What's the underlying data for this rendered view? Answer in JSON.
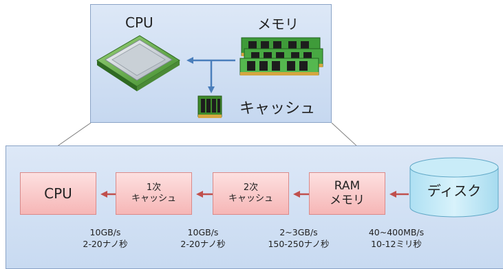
{
  "top": {
    "cpu_label": "CPU",
    "memory_label": "メモリ",
    "cache_label": "キャッシュ"
  },
  "hierarchy": [
    {
      "name_lines": [
        "CPU"
      ],
      "speed": "10GB/s",
      "latency": "2-20ナノ秒"
    },
    {
      "name_lines": [
        "1次",
        "キャッシュ"
      ],
      "speed": "10GB/s",
      "latency": "2-20ナノ秒"
    },
    {
      "name_lines": [
        "2次",
        "キャッシュ"
      ],
      "speed": "2~3GB/s",
      "latency": "150-250ナノ秒"
    },
    {
      "name_lines": [
        "RAM",
        "メモリ"
      ],
      "speed": "40~400MB/s",
      "latency": "10-12ミリ秒"
    }
  ],
  "disk_label": "ディスク",
  "colors": {
    "panel": "#d3e1f4",
    "box_fill": "#f6b6b6",
    "arrow_red": "#c0504d",
    "arrow_blue": "#4a7ebb",
    "disk_fill": "#c9ecf8"
  },
  "icons": [
    "cpu-chip-icon",
    "memory-module-icon",
    "cache-chip-icon",
    "disk-cylinder-icon"
  ]
}
